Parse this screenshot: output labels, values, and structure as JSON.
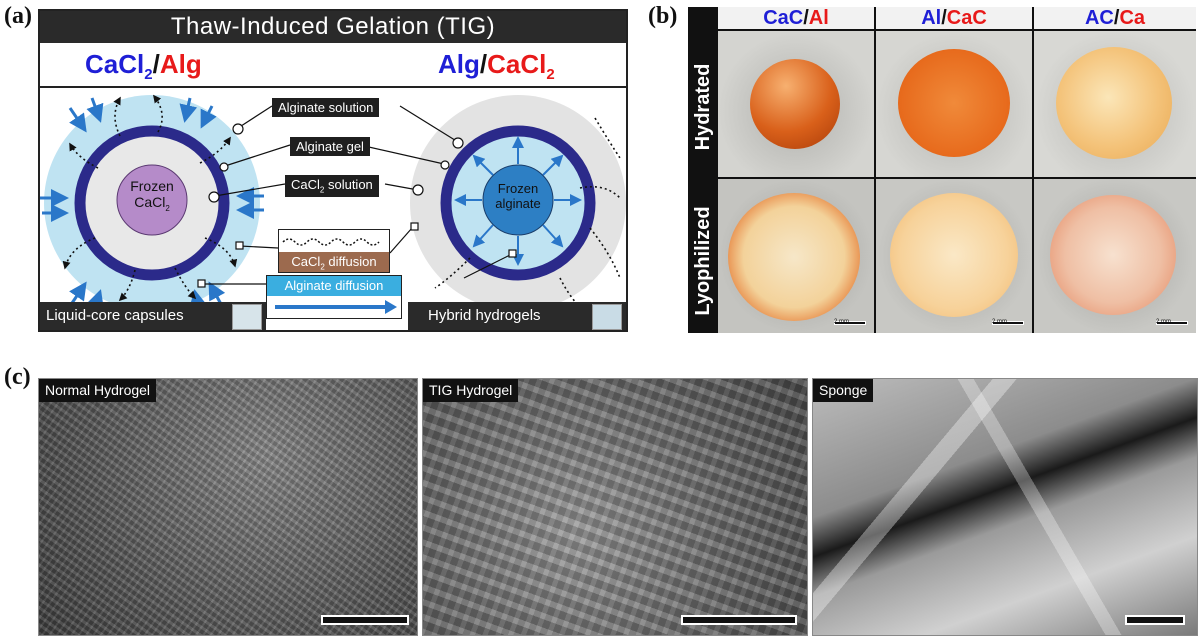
{
  "panel_a": {
    "label": "(a)",
    "title": "Thaw-Induced Gelation (TIG)",
    "left_heading": {
      "p1": "CaCl",
      "sub1": "2",
      "sep": "/",
      "p2": "Alg"
    },
    "right_heading": {
      "p1": "Alg",
      "sep": "/",
      "p2": "CaCl",
      "sub2": "2"
    },
    "left_core": {
      "line1": "Frozen",
      "line2": "CaCl",
      "line2_sub": "2"
    },
    "right_core": {
      "line1": "Frozen",
      "line2": "alginate"
    },
    "callouts": {
      "alginate_solution": "Alginate solution",
      "alginate_gel": "Alginate gel",
      "cacl2_solution": "CaCl",
      "cacl2_solution_sub": "2",
      "cacl2_solution_tail": " solution"
    },
    "cacl2_diffusion": {
      "p1": "CaCl",
      "sub": "2",
      "p2": " diffusion"
    },
    "alginate_diffusion": "Alginate diffusion",
    "footer_left": "Liquid-core capsules",
    "footer_right": "Hybrid hydrogels",
    "colors": {
      "blue": "#1f1fd6",
      "red": "#e81a1a",
      "ring": "#2b2a8a",
      "arrow": "#2a77c9",
      "core_left": "#b58bc9",
      "core_right": "#2d7fc4",
      "halo_left": "#bfe3f2",
      "halo_right": "#e3e3e3"
    }
  },
  "panel_b": {
    "label": "(b)",
    "columns": [
      {
        "p1": "CaC",
        "sep": "/",
        "p2": "Al"
      },
      {
        "p1": "Al",
        "sep": "/",
        "p2": "CaC"
      },
      {
        "p1": "AC",
        "sep": "/",
        "p2": "Ca"
      }
    ],
    "rows": [
      "Hydrated",
      "Lyophilized"
    ],
    "scale_label": "2 mm"
  },
  "panel_c": {
    "label": "(c)",
    "images": [
      "Normal Hydrogel",
      "TIG Hydrogel",
      "Sponge"
    ]
  }
}
